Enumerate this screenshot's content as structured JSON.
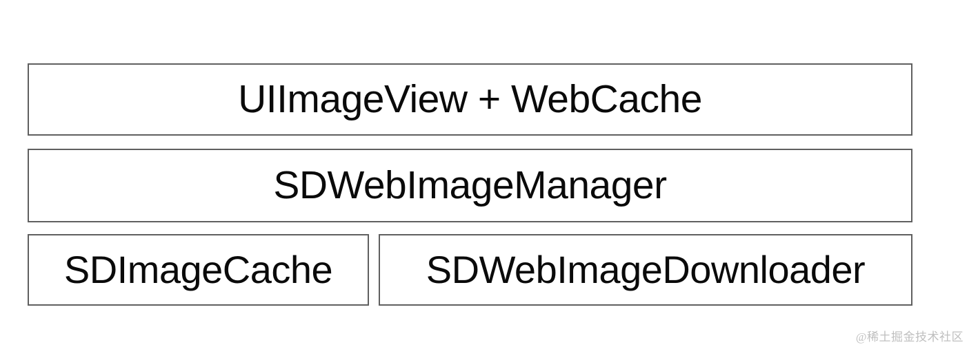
{
  "diagram": {
    "type": "layered-architecture",
    "title": "",
    "background_color": "#ffffff",
    "box_border_color": "#5f5f5f",
    "box_fill_color": "#ffffff",
    "text_color": "#0a0a0a",
    "rows": [
      {
        "row_index": 1,
        "boxes": [
          {
            "label": "UIImageView + WebCache"
          }
        ]
      },
      {
        "row_index": 2,
        "boxes": [
          {
            "label": "SDWebImageManager"
          }
        ]
      },
      {
        "row_index": 3,
        "boxes": [
          {
            "label": "SDImageCache"
          },
          {
            "label": "SDWebImageDownloader"
          }
        ]
      }
    ]
  },
  "watermark": {
    "text": "@稀土掘金技术社区",
    "color": "#bfbfbf"
  }
}
